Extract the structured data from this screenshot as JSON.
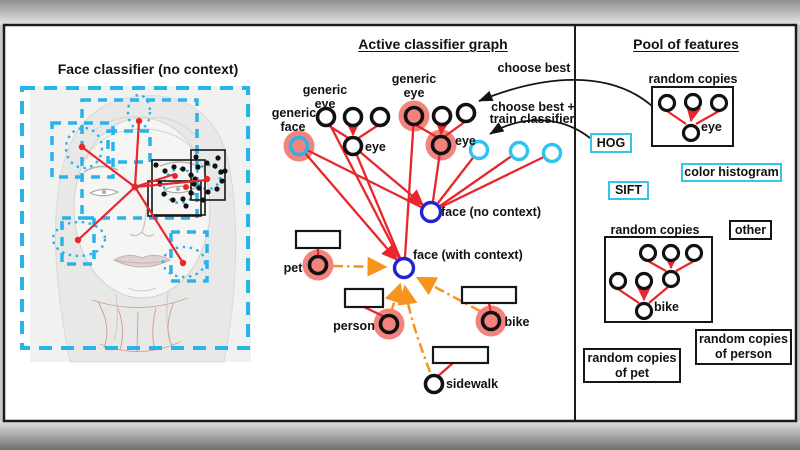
{
  "left_panel": {
    "title": "Face classifier (no context)"
  },
  "middle_panel": {
    "title": "Active classifier graph",
    "generic_eye_left": [
      "generic",
      "eye"
    ],
    "generic_face": [
      "generic",
      "face"
    ],
    "generic_eye_right": [
      "generic",
      "eye"
    ],
    "eye_left_label": "eye",
    "eye_right_label": "eye",
    "face_no_context_label": "face (no context)",
    "face_with_context_label": "face (with context)",
    "pet_label": "pet",
    "person_label": "person",
    "bike_label": "bike",
    "sidewalk_label": "sidewalk",
    "choose_best_label": "choose best",
    "choose_best_train": [
      "choose best +",
      "train classifier"
    ]
  },
  "right_panel": {
    "title": "Pool of features",
    "random_copies_eye_label": "random copies",
    "eye_node_label": "eye",
    "hog_label": "HOG",
    "sift_label": "SIFT",
    "color_histogram_label": "color histogram",
    "other_label": "other",
    "random_copies_bike_label": "random copies",
    "bike_node_label": "bike",
    "random_copies_person": [
      "random copies",
      "of person"
    ],
    "random_copies_pet": [
      "random copies",
      "of pet"
    ]
  },
  "colors": {
    "red": "#e9262b",
    "cyan": "#2ab3e8",
    "blue": "#2321d4",
    "orange": "#f7941d",
    "halo_pink": "#f4837d"
  }
}
